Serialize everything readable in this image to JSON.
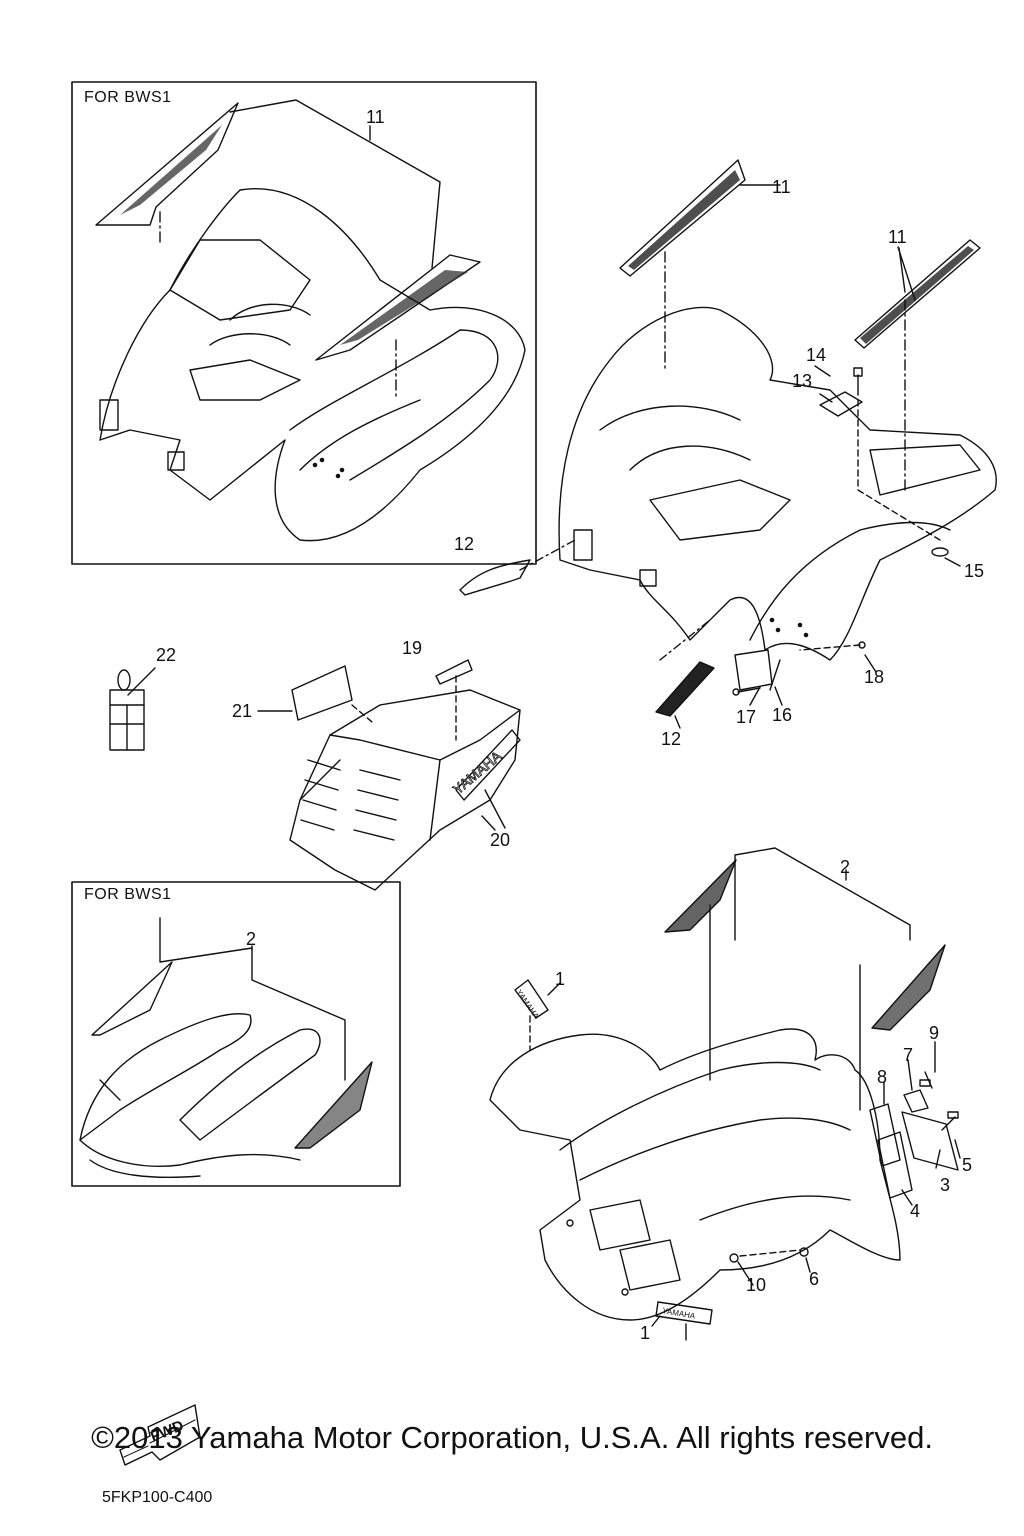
{
  "box_labels": [
    "FOR BWS1",
    "FOR BWS1"
  ],
  "callouts": {
    "n1": "1",
    "n2": "2",
    "n3": "3",
    "n4": "4",
    "n5": "5",
    "n6": "6",
    "n7": "7",
    "n8": "8",
    "n9": "9",
    "n10": "10",
    "n11": "11",
    "n12": "12",
    "n13": "13",
    "n14": "14",
    "n15": "15",
    "n16": "16",
    "n17": "17",
    "n18": "18",
    "n19": "19",
    "n20": "20",
    "n21": "21",
    "n22": "22"
  },
  "decals": {
    "yamaha": "YAMAHA",
    "fwd": "FWD"
  },
  "diagram_code": "5FKP100-C400",
  "copyright": "©2013 Yamaha Motor Corporation, U.S.A. All rights reserved."
}
